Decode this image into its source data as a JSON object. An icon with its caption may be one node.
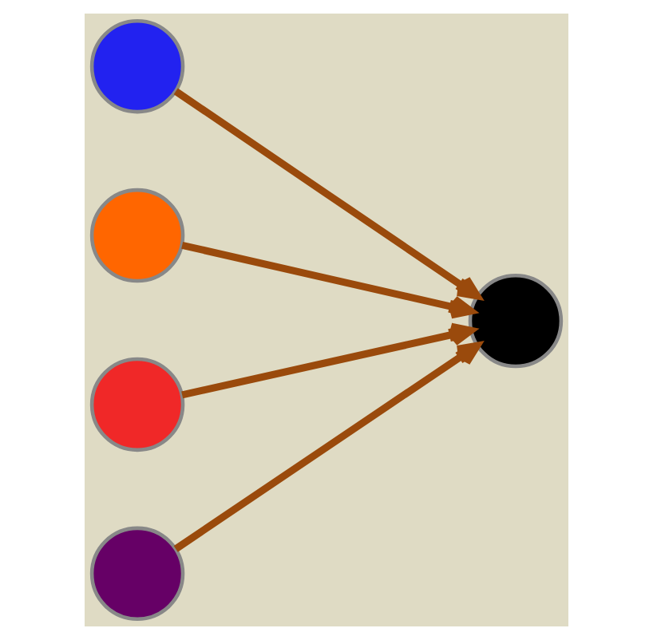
{
  "diagram": {
    "nodes": [
      {
        "text": [],
        "shape": "circle"
      },
      {
        "text": [],
        "shape": "circle"
      },
      {
        "text": [],
        "shape": "circle"
      },
      {
        "text": [],
        "shape": "circle"
      },
      {
        "text": [],
        "shape": "circle"
      }
    ],
    "edges": [
      {
        "from": 0,
        "to": 4,
        "arrow": "to"
      },
      {
        "from": 1,
        "to": 4,
        "arrow": "to"
      },
      {
        "from": 2,
        "to": 4,
        "arrow": "to"
      },
      {
        "from": 3,
        "to": 4,
        "arrow": "to"
      }
    ]
  }
}
